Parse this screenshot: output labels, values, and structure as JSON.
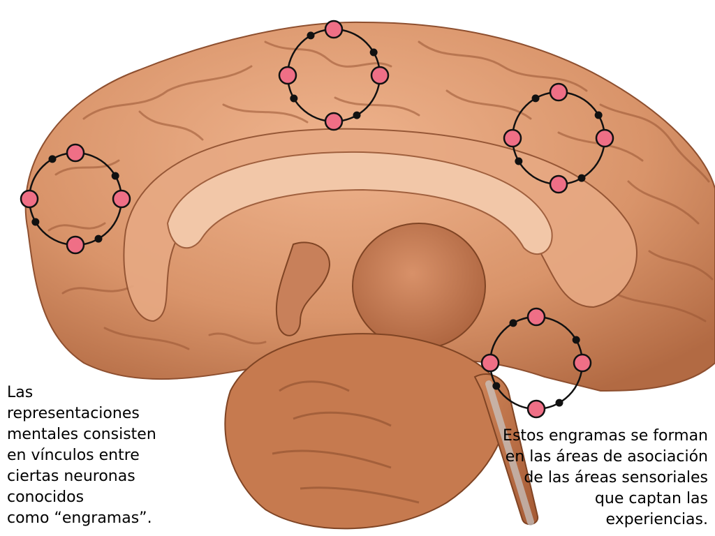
{
  "captions": {
    "left": [
      "Las",
      "representaciones",
      "mentales consisten",
      "en vínculos entre",
      "ciertas neuronas",
      "conocidos",
      "como “engramas”."
    ],
    "right": [
      "Estos engramas se forman",
      "en las áreas de asociación",
      "de las áreas sensoriales",
      "que captan las",
      "experiencias."
    ]
  },
  "colors": {
    "neuron_fill": "#ef6f86",
    "synapse": "#111111",
    "brain_base": "#d9946a",
    "brain_dark": "#a9603b",
    "brain_light": "#f0c3a3"
  },
  "engram_count": 4
}
